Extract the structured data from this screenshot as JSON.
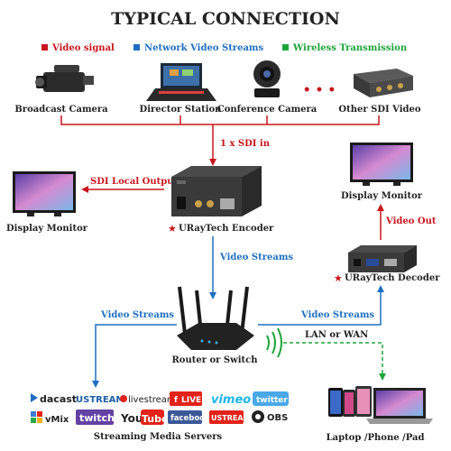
{
  "title": "TYPICAL CONNECTION",
  "legend": {
    "video_signal": "Video signal",
    "network_streams": "Network Video Streams",
    "wireless": "Wireless Transmission"
  },
  "sources": {
    "broadcast_camera": "Broadcast Camera",
    "director_station": "Director Station",
    "conference_camera": "Conference Camera",
    "other_sdi": "Other SDI Video",
    "ellipsis": "• • •"
  },
  "links": {
    "sdi_in": "1 x SDI in",
    "sdi_local_output": "SDI Local Output",
    "video_streams_down": "Video Streams",
    "video_streams_left": "Video Streams",
    "video_streams_right": "Video Streams",
    "video_out": "Video Out",
    "lan_wan": "LAN or WAN"
  },
  "devices": {
    "display_left": "Display Monitor",
    "display_right": "Display Monitor",
    "encoder": "URayTech Encoder",
    "decoder": "URayTech Decoder",
    "router": "Router or Switch",
    "star": "★"
  },
  "services": {
    "dacast": "dacast",
    "ustream": "USTREAM",
    "livestream": "livestream",
    "facebook_live": "LIVE",
    "vimeo": "vimeo",
    "twitter": "twitter",
    "vmix": "vMix",
    "twitch": "twitch",
    "youtube_you": "You",
    "youtube_tube": "Tube",
    "facebook": "facebook",
    "ustream2": "USTREAM",
    "obs": "OBS"
  },
  "endpoints": {
    "servers": "Streaming Media Servers",
    "laptop": "Laptop /Phone /Pad"
  },
  "colors": {
    "red": "#c8161d",
    "blue": "#1f6fc0",
    "green": "#1fa43a"
  }
}
